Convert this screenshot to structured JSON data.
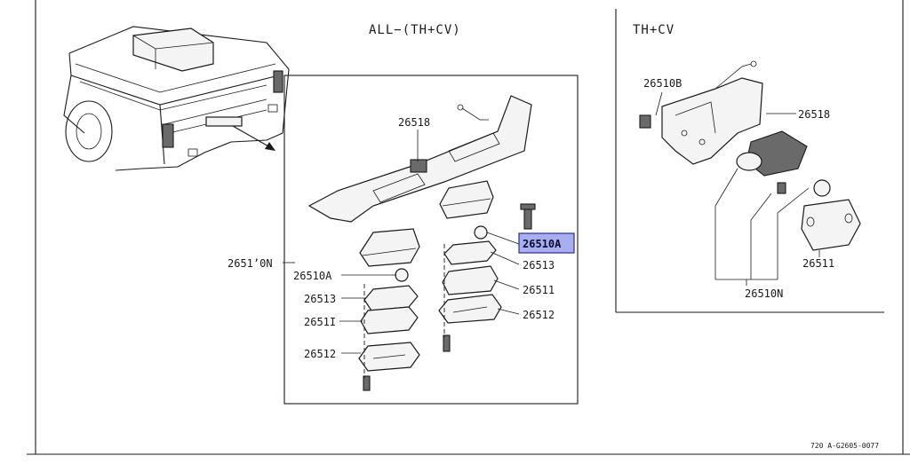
{
  "headers": {
    "main_group": "ALL−(TH+CV)",
    "th_cv_group": "TH+CV"
  },
  "part_labels": {
    "bracket_main": "26518",
    "assembly_main": "2651’0N",
    "socket_left": "26510A",
    "socket_right_highlighted": "26510A",
    "packing_13_right": "26513",
    "packing_13_left": "26513",
    "lens_right": "26511",
    "lens_left": "2651I",
    "gasket_right": "26512",
    "gasket_left": "26512",
    "socket_b_thcv": "26510B",
    "bracket_thcv": "26518",
    "lens_thcv": "26511",
    "assembly_thcv": "26510N"
  },
  "footer": {
    "drawing_code": "720 A-G2605-0077"
  },
  "colors": {
    "highlight_fill": "#a9aef0",
    "highlight_border": "#2a2f8a",
    "line": "#1a1a1a"
  }
}
